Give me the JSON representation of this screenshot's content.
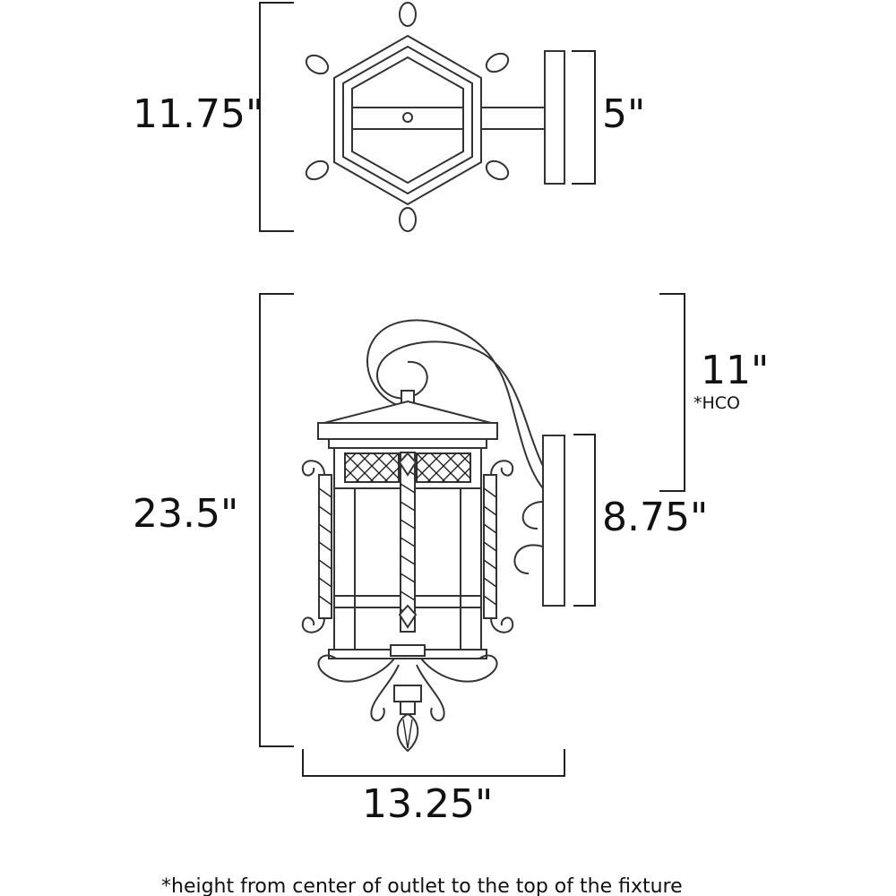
{
  "top_view": {
    "depth_label": "11.75\"",
    "backplate_width_label": "5\""
  },
  "side_view": {
    "height_label": "23.5\"",
    "hco_label": "11\"",
    "hco_note": "*HCO",
    "backplate_height_label": "8.75\"",
    "width_label": "13.25\""
  },
  "footnote": "*height from center of outlet to the top of the fixture"
}
